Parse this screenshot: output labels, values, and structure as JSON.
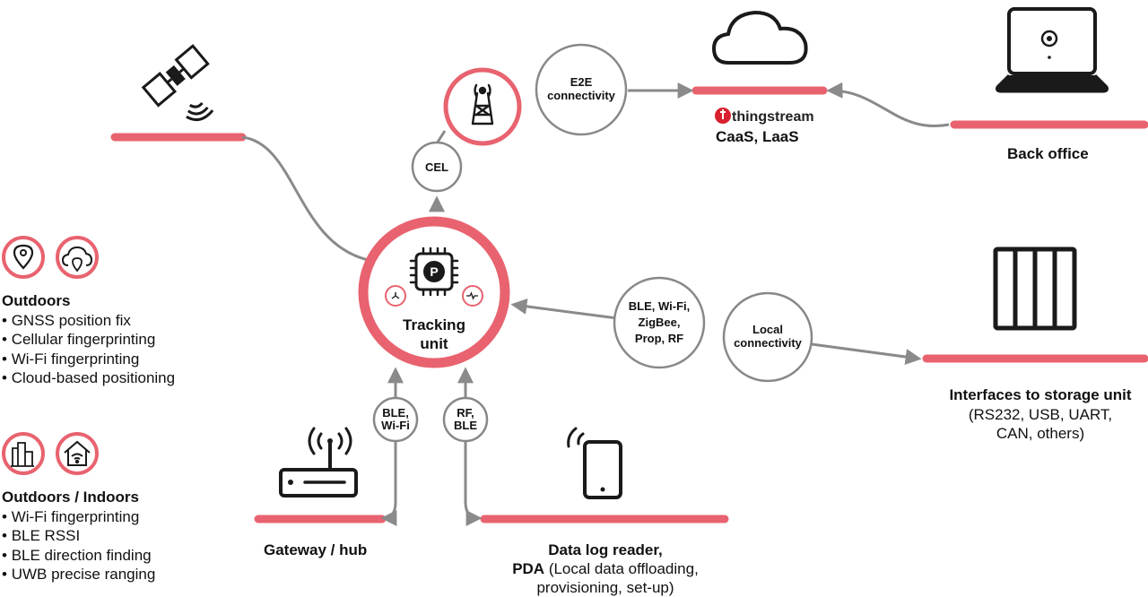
{
  "hub": {
    "title_line1": "Tracking",
    "title_line2": "unit",
    "chip_letter": "P"
  },
  "bubbles": {
    "cel": "CEL",
    "e2e_line1": "E2E",
    "e2e_line2": "connectivity",
    "radios_line1": "BLE, Wi-Fi,",
    "radios_line2": "ZigBee,",
    "radios_line3": "Prop, RF",
    "local_line1": "Local",
    "local_line2": "connectivity",
    "ble_wifi_line1": "BLE,",
    "ble_wifi_line2": "Wi-Fi",
    "rf_ble_line1": "RF,",
    "rf_ble_line2": "BLE"
  },
  "labels": {
    "thingstream_brand": "thingstream",
    "caas": "CaaS, LaaS",
    "back_office": "Back office",
    "storage_title": "Interfaces to storage unit",
    "storage_sub1": "(RS232, USB, UART,",
    "storage_sub2": "CAN, others)",
    "gateway": "Gateway / hub",
    "pda_line1": "Data log reader,",
    "pda_line2_bold": "PDA",
    "pda_line2_rest": " (Local data offloading,",
    "pda_line3": "provisioning, set-up)"
  },
  "outdoors": {
    "title": "Outdoors",
    "items": [
      "GNSS position fix",
      "Cellular fingerprinting",
      "Wi-Fi fingerprinting",
      "Cloud-based positioning"
    ]
  },
  "indoors": {
    "title": "Outdoors / Indoors",
    "items": [
      "Wi-Fi fingerprinting",
      "BLE RSSI",
      "BLE direction finding",
      "UWB precise ranging"
    ]
  },
  "colors": {
    "accent": "#e8636f",
    "line": "#8a8a8a",
    "icon": "#1a1a1a",
    "bubble_border": "#888888"
  }
}
